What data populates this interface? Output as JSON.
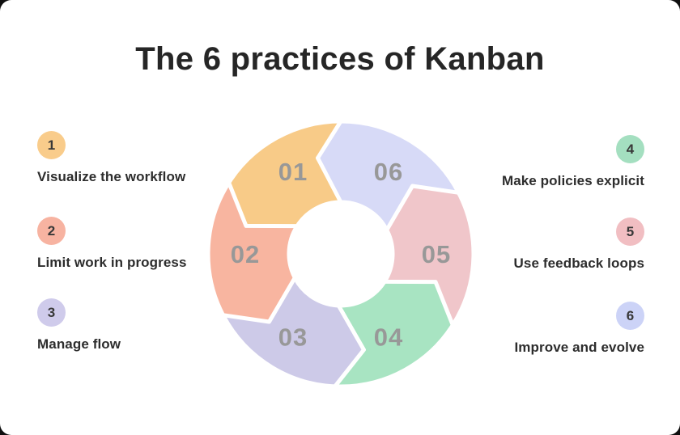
{
  "title": "The 6 practices of Kanban",
  "colors": {
    "page_bg": "#0f0f0f",
    "card_bg": "#ffffff",
    "title_text": "#262626",
    "label_text": "#2d2d2d",
    "badge_number_text": "#383838",
    "wheel_number_text": "#989898",
    "segment_gap": "#ffffff"
  },
  "wheel": {
    "type": "cycle-diagram",
    "direction": "counterclockwise",
    "numbers_color": "#989898"
  },
  "practices": [
    {
      "num": "1",
      "wheel_num": "01",
      "label": "Visualize the workflow",
      "badge_color": "#F9CC8B",
      "segment_color": "#F8CB88",
      "side": "left",
      "lead_angle": 300
    },
    {
      "num": "2",
      "wheel_num": "02",
      "label": "Limit work in progress",
      "badge_color": "#F7B3A1",
      "segment_color": "#F8B5A0",
      "side": "left",
      "lead_angle": 240
    },
    {
      "num": "3",
      "wheel_num": "03",
      "label": "Manage flow",
      "badge_color": "#CFCBEB",
      "segment_color": "#CDCAE8",
      "side": "left",
      "lead_angle": 180
    },
    {
      "num": "4",
      "wheel_num": "04",
      "label": "Make policies explicit",
      "badge_color": "#A4DFC0",
      "segment_color": "#A8E4C2",
      "side": "right",
      "lead_angle": 120
    },
    {
      "num": "5",
      "wheel_num": "05",
      "label": "Use feedback loops",
      "badge_color": "#F1BEC2",
      "segment_color": "#F0C6CA",
      "side": "right",
      "lead_angle": 60
    },
    {
      "num": "6",
      "wheel_num": "06",
      "label": "Improve and evolve",
      "badge_color": "#CCD3F7",
      "segment_color": "#D7DAF7",
      "side": "right",
      "lead_angle": 0
    }
  ]
}
